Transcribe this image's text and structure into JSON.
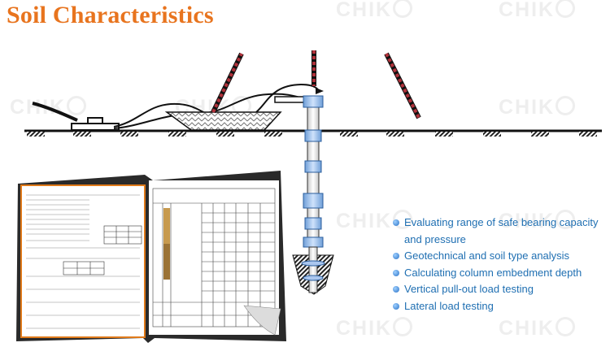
{
  "title": "Soil Characteristics",
  "watermark": "CHIK",
  "bullets": [
    "Evaluating range of safe bearing capacity and pressure",
    "Geotechnical and soil type analysis",
    "Calculating column embedment depth",
    "Vertical pull-out load testing",
    "Lateral load testing"
  ],
  "colors": {
    "title": "#e8741e",
    "bullet_text": "#1f6fb2",
    "pile": "#8ab6ea",
    "rod": "#b2323b"
  }
}
